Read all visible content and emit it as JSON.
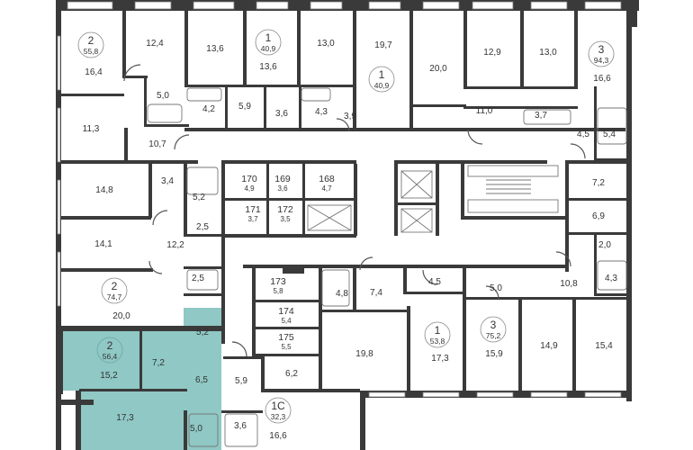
{
  "apartments": [
    {
      "id": "a1",
      "rooms": "2",
      "total": "55,8"
    },
    {
      "id": "a2",
      "rooms": "1",
      "total": "40,9"
    },
    {
      "id": "a3",
      "rooms": "1",
      "total": "40,9"
    },
    {
      "id": "a4",
      "rooms": "3",
      "total": "94,3"
    },
    {
      "id": "a5",
      "rooms": "2",
      "total": "74,7"
    },
    {
      "id": "a6",
      "rooms": "2",
      "total": "56,4",
      "highlighted": true
    },
    {
      "id": "a7",
      "rooms": "1",
      "total": "53,8"
    },
    {
      "id": "a8",
      "rooms": "3",
      "total": "75,2"
    },
    {
      "id": "a9",
      "rooms": "1С",
      "total": "32,3"
    }
  ],
  "units": [
    {
      "id": "u170",
      "number": "170",
      "total": "4,9"
    },
    {
      "id": "u169",
      "number": "169",
      "total": "3,6"
    },
    {
      "id": "u168",
      "number": "168",
      "total": "4,7"
    },
    {
      "id": "u171",
      "number": "171",
      "total": "3,7"
    },
    {
      "id": "u172",
      "number": "172",
      "total": "3,5"
    },
    {
      "id": "u173",
      "number": "173",
      "total": "5,8"
    },
    {
      "id": "u174",
      "number": "174",
      "total": "5,4"
    },
    {
      "id": "u175",
      "number": "175",
      "total": "5,5"
    }
  ],
  "room_areas": [
    "16,4",
    "12,4",
    "13,6",
    "13,6",
    "13,0",
    "19,7",
    "20,0",
    "12,9",
    "13,0",
    "16,6",
    "5,0",
    "4,2",
    "5,9",
    "3,6",
    "4,3",
    "3,9",
    "11,0",
    "3,7",
    "4,5",
    "5,4",
    "11,3",
    "10,7",
    "14,8",
    "3,4",
    "5,2",
    "2,5",
    "7,2",
    "6,9",
    "14,1",
    "12,2",
    "2,0",
    "4,3",
    "2,5",
    "4,8",
    "7,4",
    "4,5",
    "5,0",
    "10,8",
    "20,0",
    "19,8",
    "17,3",
    "15,9",
    "14,9",
    "15,4",
    "5,2",
    "7,2",
    "15,2",
    "6,5",
    "5,9",
    "6,2",
    "17,3",
    "5,0",
    "3,6",
    "16,6"
  ]
}
